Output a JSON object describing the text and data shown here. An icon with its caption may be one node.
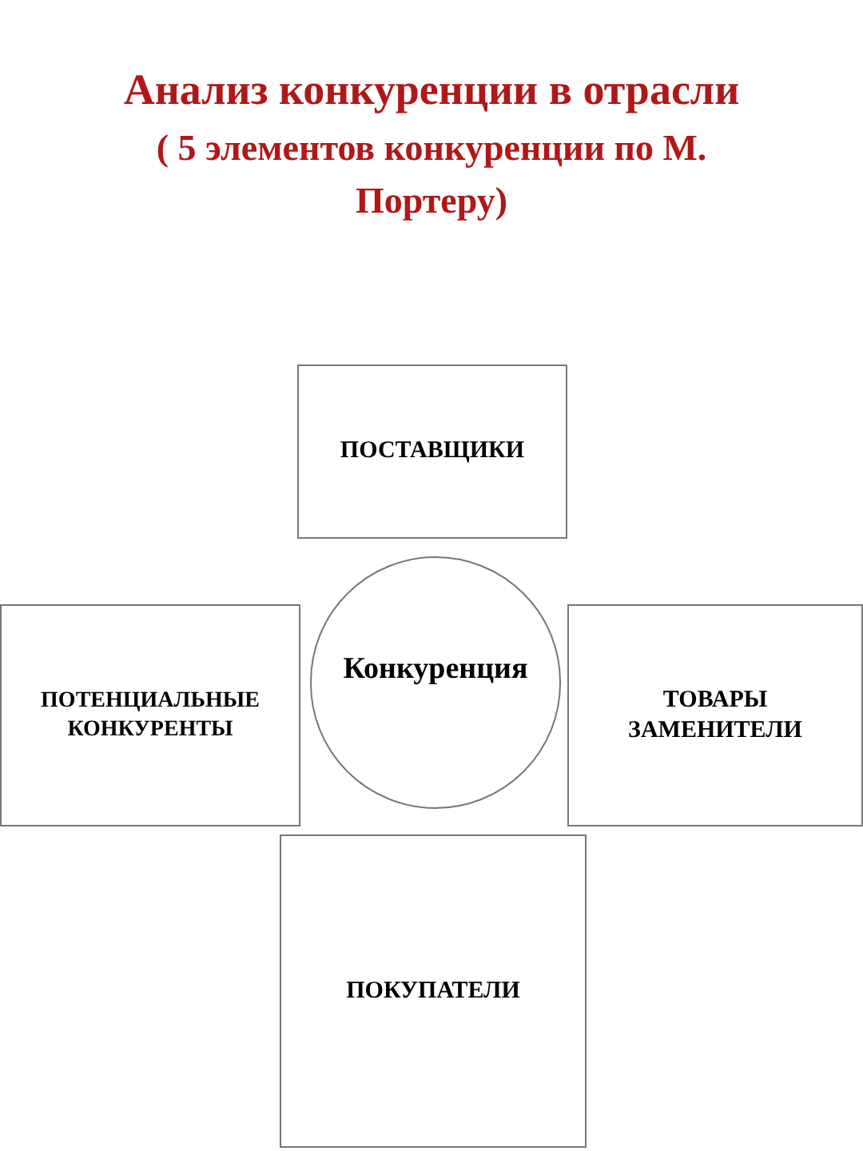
{
  "diagram": {
    "title": "Анализ конкуренции в отрасли",
    "nodes": [
      {
        "text": [
          "ПОСТАВЩИКИ"
        ]
      },
      {
        "text": [
          "ПОТЕНЦИАЛЬНЫЕ КОНКУРЕНТЫ"
        ]
      },
      {
        "text": [
          "Конкуренция"
        ]
      },
      {
        "text": [
          "ТОВАРЫ ЗАМЕНИТЕЛИ"
        ]
      },
      {
        "text": [
          "ПОКУПАТЕЛИ"
        ]
      }
    ],
    "labels": [
      "( 5 элементов конкуренции по М. Портеру)"
    ]
  }
}
